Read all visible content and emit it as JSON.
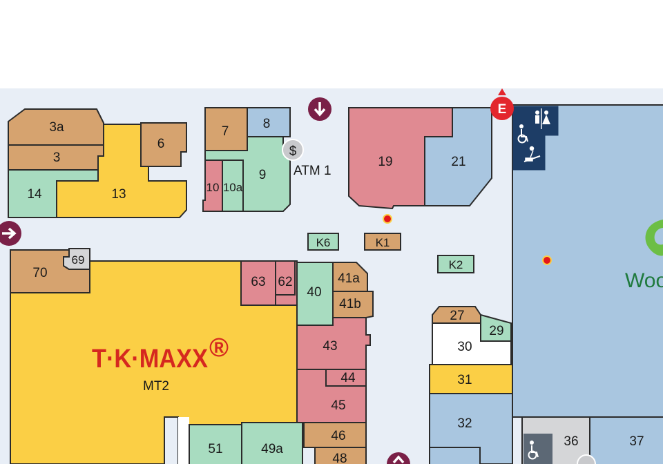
{
  "colors": {
    "floor": "#e8eef6",
    "tan": "#d6a36f",
    "yellow": "#fbcf45",
    "mint": "#a8dcc0",
    "pink": "#e08a92",
    "blue": "#a9c6e0",
    "grey": "#d5d6d8",
    "white": "#ffffff",
    "navy": "#1d3d66",
    "maroon": "#7a2047",
    "red": "#e3262d",
    "dot": "#e3161b"
  },
  "units": {
    "u3a": "3a",
    "u3": "3",
    "u14": "14",
    "u13": "13",
    "u6": "6",
    "u7": "7",
    "u8": "8",
    "u9": "9",
    "u10": "10",
    "u10a": "10a",
    "atm1": "ATM 1",
    "u19": "19",
    "u21": "21",
    "k6": "K6",
    "k1": "K1",
    "k2": "K2",
    "u70": "70",
    "u69": "69",
    "u63": "63",
    "u62": "62",
    "u40": "40",
    "u41a": "41a",
    "u41b": "41b",
    "u43": "43",
    "u44": "44",
    "u45": "45",
    "u46": "46",
    "u48": "48",
    "u51": "51",
    "u49a": "49a",
    "mt2": "MT2",
    "u27": "27",
    "u29": "29",
    "u30": "30",
    "u31": "31",
    "u32": "32",
    "u36": "36",
    "u37": "37"
  },
  "brands": {
    "tkmaxx": "T·K·MAXX",
    "tkmaxx_reg": "®",
    "woolworths": "Woo"
  },
  "markers": {
    "entrance_letter": "E",
    "atm_symbol": "$"
  },
  "icons": {
    "arrow_down": "arrow-down-icon",
    "arrow_right": "arrow-right-icon",
    "arrow_up": "arrow-up-icon",
    "entrance": "entrance-e-icon",
    "atm": "dollar-icon",
    "toilets": "toilets-icon",
    "accessible": "wheelchair-icon",
    "baby_change": "baby-change-icon",
    "location_dot": "location-dot-icon"
  }
}
